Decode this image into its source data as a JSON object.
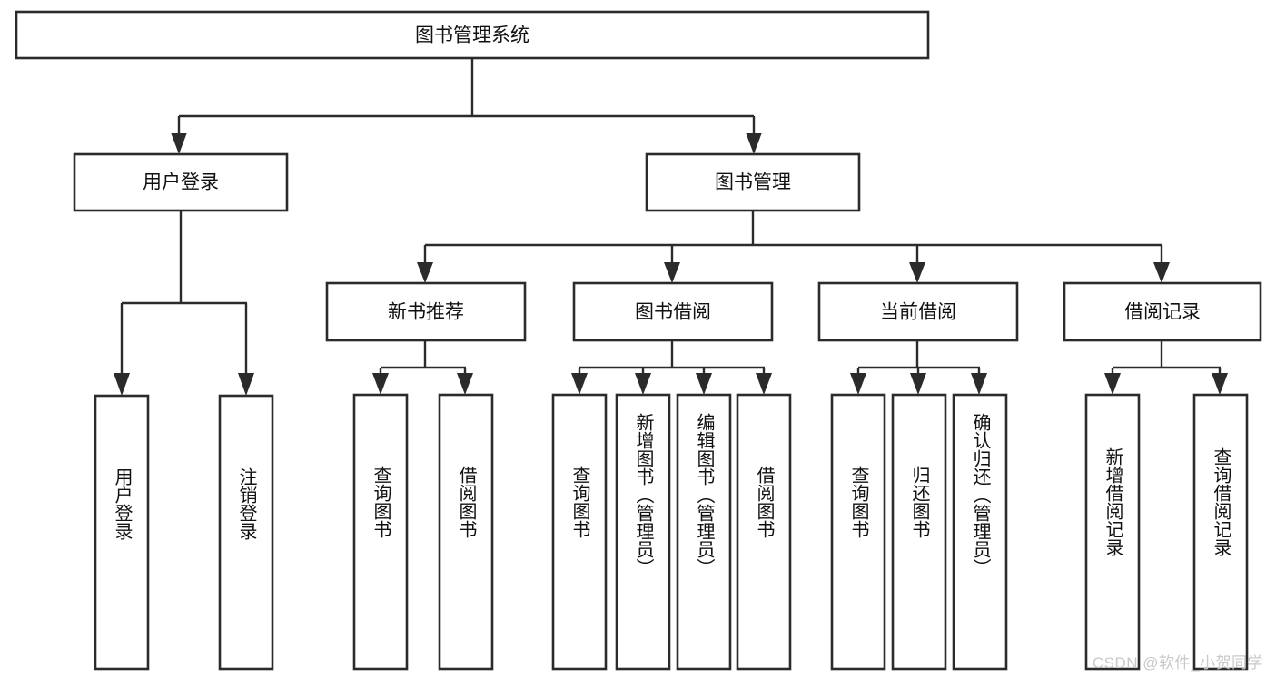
{
  "diagram": {
    "title": "图书管理系统",
    "type": "tree-hierarchy-flowchart",
    "watermark": "CSDN @软件_小贺同学",
    "colors": {
      "box_stroke": "#2b2b2b",
      "box_fill": "#ffffff",
      "connector": "#2b2b2b",
      "text": "#111111",
      "watermark": "#c9c9c9",
      "background": "#ffffff"
    },
    "root": {
      "label": "图书管理系统"
    },
    "level2": [
      {
        "label": "用户登录"
      },
      {
        "label": "图书管理"
      }
    ],
    "level3": [
      {
        "label": "新书推荐"
      },
      {
        "label": "图书借阅"
      },
      {
        "label": "当前借阅"
      },
      {
        "label": "借阅记录"
      }
    ],
    "leaves": {
      "user_login": [
        {
          "label": "用户登录"
        },
        {
          "label": "注销登录"
        }
      ],
      "new_book_recommend": [
        {
          "label": "查询图书"
        },
        {
          "label": "借阅图书"
        }
      ],
      "book_borrow": [
        {
          "label": "查询图书"
        },
        {
          "label": "新增图书（管理员）"
        },
        {
          "label": "编辑图书（管理员）"
        },
        {
          "label": "借阅图书"
        }
      ],
      "current_borrow": [
        {
          "label": "查询图书"
        },
        {
          "label": "归还图书"
        },
        {
          "label": "确认归还（管理员）"
        }
      ],
      "borrow_records": [
        {
          "label": "新增借阅记录"
        },
        {
          "label": "查询借阅记录"
        }
      ]
    }
  }
}
